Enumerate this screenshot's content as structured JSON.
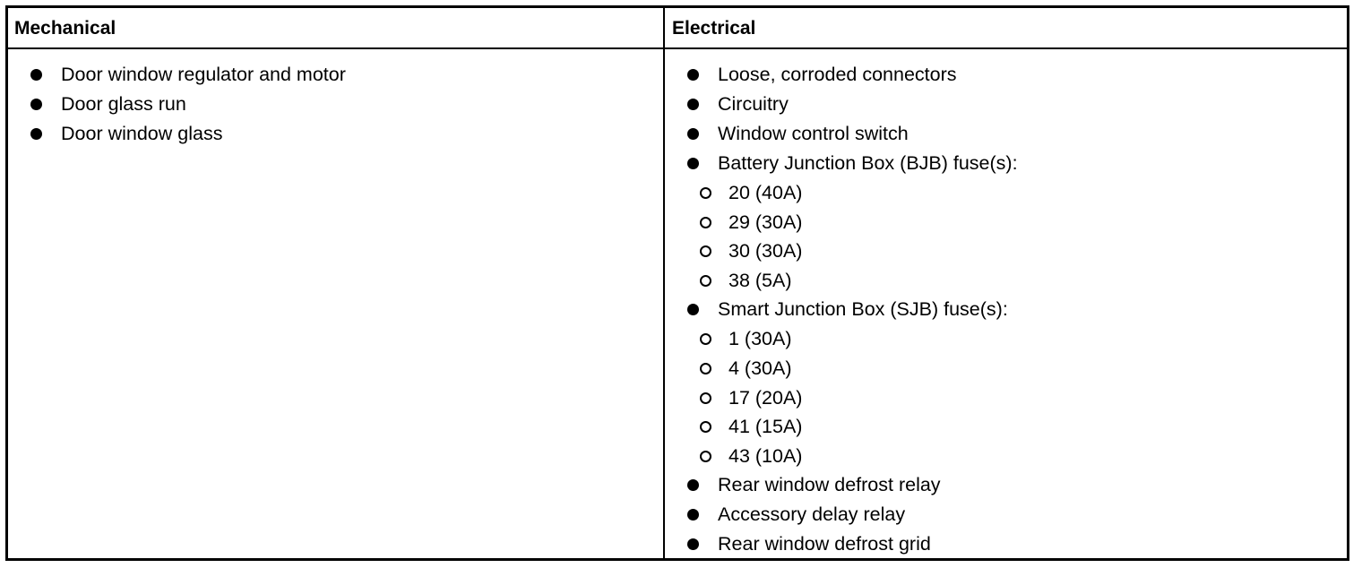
{
  "headers": {
    "mechanical": "Mechanical",
    "electrical": "Electrical"
  },
  "mechanical": [
    "Door window regulator and motor",
    "Door glass run",
    "Door window glass"
  ],
  "electrical": {
    "item_1": "Loose, corroded connectors",
    "item_2": "Circuitry",
    "item_3": "Window control switch",
    "bjb": {
      "label": "Battery Junction Box (BJB) fuse(s):",
      "fuses": [
        "20 (40A)",
        "29 (30A)",
        "30 (30A)",
        "38 (5A)"
      ]
    },
    "sjb": {
      "label": "Smart Junction Box (SJB) fuse(s):",
      "fuses": [
        "1 (30A)",
        "4 (30A)",
        "17 (20A)",
        "41 (15A)",
        "43 (10A)"
      ]
    },
    "item_6": "Rear window defrost relay",
    "item_7": "Accessory delay relay",
    "item_8": "Rear window defrost grid"
  }
}
